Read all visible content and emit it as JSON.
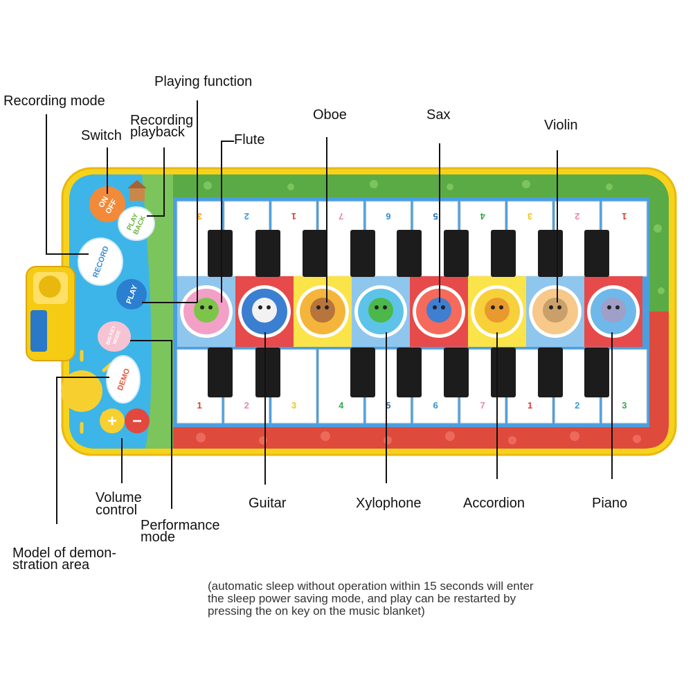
{
  "labels": {
    "recording_mode": "Recording mode",
    "playing_function": "Playing function",
    "switch": "Switch",
    "recording_playback": [
      "Recording",
      "playback"
    ],
    "flute": "Flute",
    "oboe": "Oboe",
    "sax": "Sax",
    "violin": "Violin",
    "volume_control": [
      "Volume",
      "control"
    ],
    "performance_mode": [
      "Performance",
      "mode"
    ],
    "demo_area": [
      "Model of demon-",
      "stration area"
    ],
    "guitar": "Guitar",
    "xylophone": "Xylophone",
    "accordion": "Accordion",
    "piano": "Piano"
  },
  "note_lines": [
    "(automatic sleep without operation within 15 seconds will enter",
    "the sleep power saving mode, and play can be restarted by",
    "pressing the on key on the music blanket)"
  ],
  "mat": {
    "buttons": {
      "on_off": [
        "ON",
        "OFF"
      ],
      "play_back": [
        "PLAY",
        "BACK"
      ],
      "record": "RECORD",
      "play": "PLAY",
      "big_key": [
        "BIG KEY",
        "MODE"
      ],
      "demo": "DEMO",
      "plus": "+",
      "minus": "−"
    },
    "top_keys": [
      "3",
      "2",
      "1",
      "7",
      "6",
      "5",
      "4",
      "3",
      "2",
      "1"
    ],
    "bottom_keys": [
      "1",
      "2",
      "3",
      "4",
      "5",
      "6",
      "7",
      "1",
      "2",
      "3"
    ],
    "top_key_colors": [
      "#f2a21a",
      "#3a9ad9",
      "#d83b2e",
      "#e886b0",
      "#2f8fd4",
      "#2f6fb6",
      "#36a84a",
      "#f4c21c",
      "#e886b0",
      "#d83b2e"
    ],
    "bottom_key_colors": [
      "#d83b2e",
      "#e886b0",
      "#f4c21c",
      "#36a84a",
      "#2f6fb6",
      "#2f8fd4",
      "#e886b0",
      "#d83b2e",
      "#3a9ad9",
      "#36a84a"
    ],
    "animal_strip_colors": [
      "#8ec6ee",
      "#e74a4a",
      "#fbe34a",
      "#8ec6ee",
      "#e74a4a",
      "#fbe34a",
      "#8ec6ee",
      "#e74a4a"
    ],
    "colors": {
      "frame": "#f6d21d",
      "grass": "#5aab45",
      "red_ground": "#de4a3c",
      "panel_blue": "#3db5e8",
      "speaker": "#f5cb14"
    }
  }
}
